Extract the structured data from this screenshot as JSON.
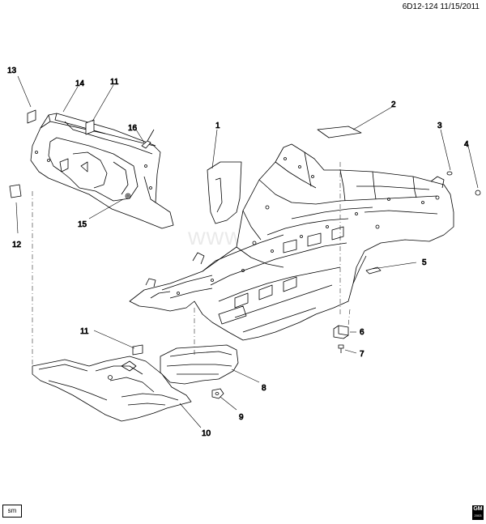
{
  "reference": "6D12-124  11/15/2011",
  "watermark": "www.gmcklad.ru",
  "badge": "sm",
  "logo": {
    "text": "GM",
    "year": "2003"
  },
  "callouts": [
    "1",
    "2",
    "3",
    "4",
    "5",
    "6",
    "7",
    "8",
    "9",
    "10",
    "11",
    "11",
    "12",
    "13",
    "14",
    "15",
    "16"
  ],
  "colors": {
    "line": "#000000",
    "background": "#ffffff"
  }
}
